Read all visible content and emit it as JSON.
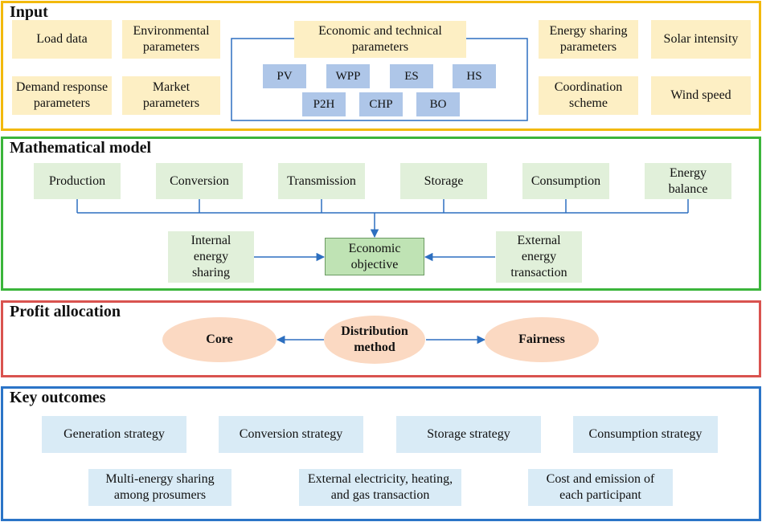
{
  "colors": {
    "input_border": "#f2b90c",
    "model_border": "#3bb53b",
    "profit_border": "#d9534f",
    "outcomes_border": "#2b74c7",
    "arrow": "#2d6fc0",
    "yellow_fill": "#fdefc4",
    "green_fill": "#e1f0da",
    "dark_green_fill": "#bfe3b4",
    "blue_fill": "#aec6e8",
    "light_blue_fill": "#d9ebf6",
    "ellipse_fill": "#fbd9c2"
  },
  "input": {
    "title": "Input",
    "load_data": "Load data",
    "environmental": "Environmental\nparameters",
    "demand_response": "Demand response\nparameters",
    "market": "Market\nparameters",
    "econ_tech": "Economic and technical\nparameters",
    "devices": [
      "PV",
      "WPP",
      "ES",
      "HS",
      "P2H",
      "CHP",
      "BO"
    ],
    "energy_sharing": "Energy sharing\nparameters",
    "solar": "Solar intensity",
    "coordination": "Coordination\nscheme",
    "wind": "Wind speed"
  },
  "model": {
    "title": "Mathematical model",
    "stages": [
      "Production",
      "Conversion",
      "Transmission",
      "Storage",
      "Consumption",
      "Energy\nbalance"
    ],
    "internal": "Internal\nenergy\nsharing",
    "objective": "Economic\nobjective",
    "external": "External\nenergy\ntransaction"
  },
  "profit": {
    "title": "Profit allocation",
    "core": "Core",
    "distribution": "Distribution\nmethod",
    "fairness": "Fairness"
  },
  "outcomes": {
    "title": "Key outcomes",
    "generation": "Generation strategy",
    "conversion": "Conversion strategy",
    "storage": "Storage strategy",
    "consumption": "Consumption strategy",
    "multi_energy": "Multi-energy sharing\namong prosumers",
    "external": "External electricity, heating,\nand gas transaction",
    "cost": "Cost and emission of\neach participant"
  }
}
